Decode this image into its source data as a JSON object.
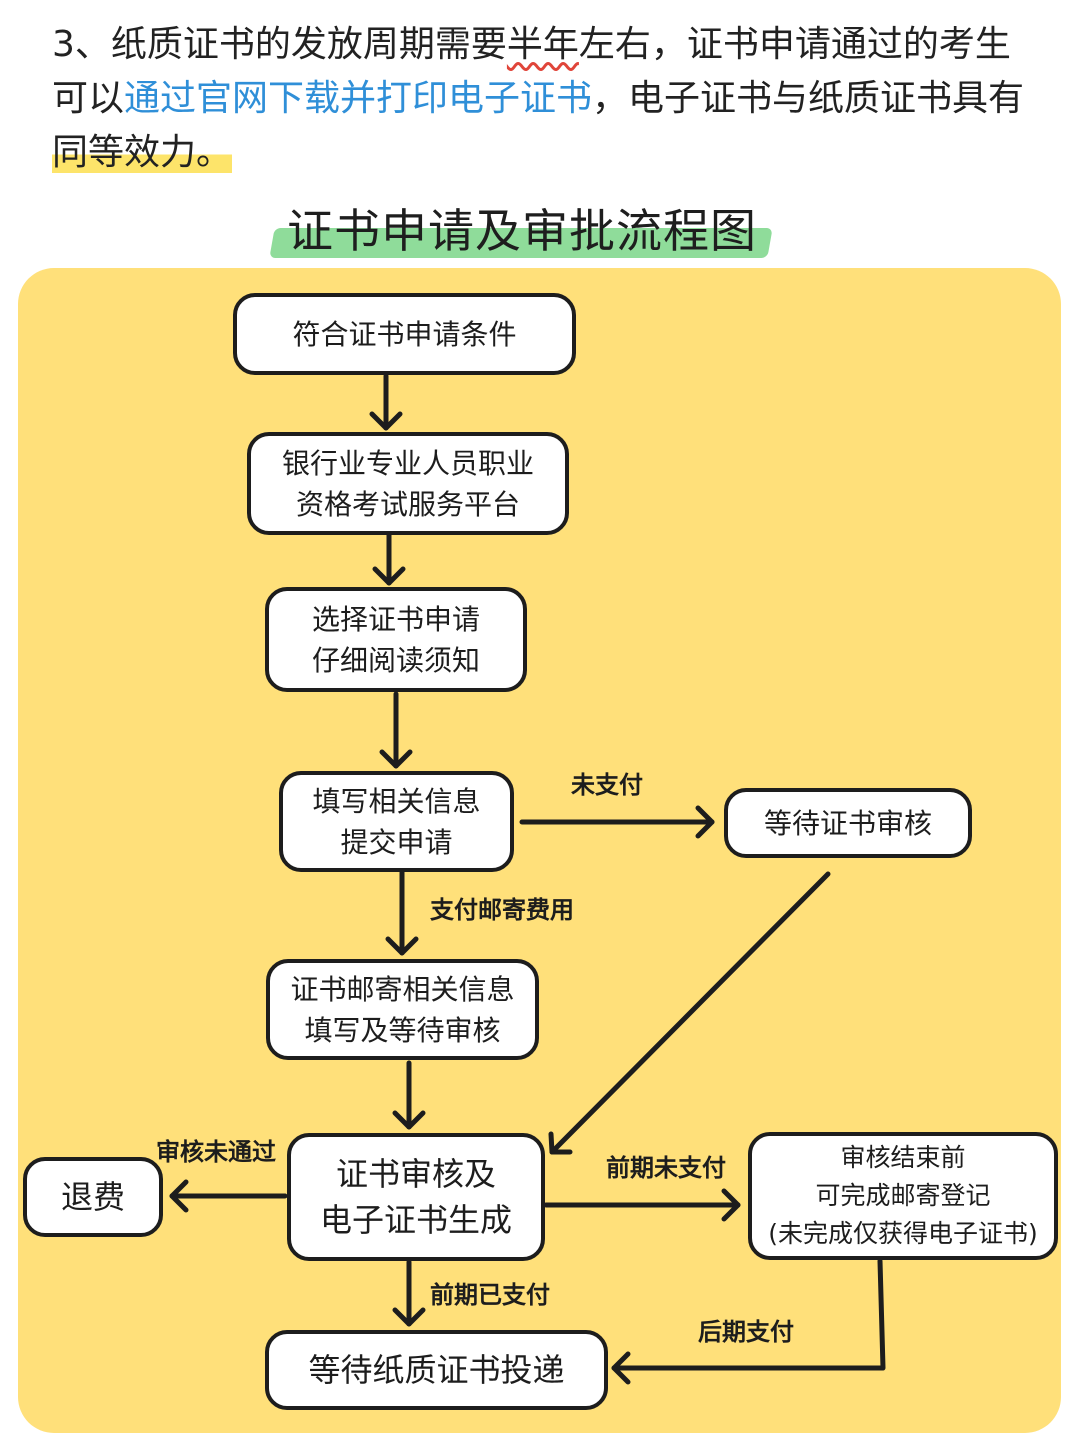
{
  "intro": {
    "seg1": "3、纸质证书的发放周期需要",
    "seg_wavy": "半年",
    "seg2": "左右，证书申请通过的考生可以",
    "seg_link": "通过官网下载并打印电子证书",
    "seg3": "，电子证书与纸质证书具有",
    "seg_hl": "同等效力。"
  },
  "title": "证书申请及审批流程图",
  "nodes": {
    "n1": [
      "符合证书申请条件"
    ],
    "n2": [
      "银行业专业人员职业",
      "资格考试服务平台"
    ],
    "n3": [
      "选择证书申请",
      "仔细阅读须知"
    ],
    "n4": [
      "填写相关信息",
      "提交申请"
    ],
    "n5": [
      "等待证书审核"
    ],
    "n6": [
      "证书邮寄相关信息",
      "填写及等待审核"
    ],
    "n7": [
      "证书审核及",
      "电子证书生成"
    ],
    "n8": [
      "退费"
    ],
    "n9": [
      "审核结束前",
      "可完成邮寄登记",
      "(未完成仅获得电子证书)"
    ],
    "n10": [
      "等待纸质证书投递"
    ]
  },
  "edge_labels": {
    "unpaid": "未支付",
    "pay_postage": "支付邮寄费用",
    "audit_failed": "审核未通过",
    "prior_unpaid": "前期未支付",
    "prior_paid": "前期已支付",
    "later_paid": "后期支付"
  },
  "colors": {
    "panel": "#ffe07a",
    "title_highlight": "#8fdc9a",
    "link": "#2f8fd8",
    "wavy_underline": "#e0453a",
    "text_highlight": "#fde46a",
    "stroke": "#1d1d1d"
  }
}
